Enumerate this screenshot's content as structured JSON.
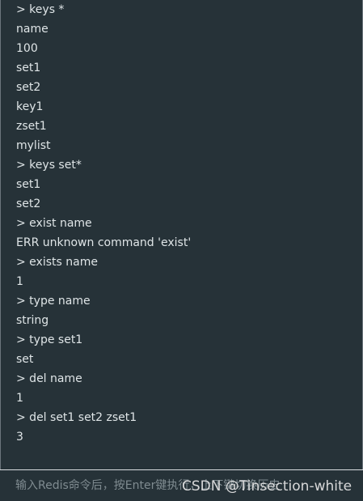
{
  "console": {
    "lines": [
      "> keys *",
      "name",
      "100",
      "set1",
      "set2",
      "key1",
      "zset1",
      "mylist",
      "> keys set*",
      "set1",
      "set2",
      "> exist name",
      "ERR unknown command 'exist'",
      "> exists name",
      "1",
      "> type name",
      "string",
      "> type set1",
      "set",
      "> del name",
      "1",
      "> del set1 set2 zset1",
      "3"
    ]
  },
  "input": {
    "placeholder": "输入Redis命令后，按Enter键执行，上下键切换历史",
    "value": ""
  },
  "watermark": {
    "text": "CSDN @Tinsection-white"
  }
}
